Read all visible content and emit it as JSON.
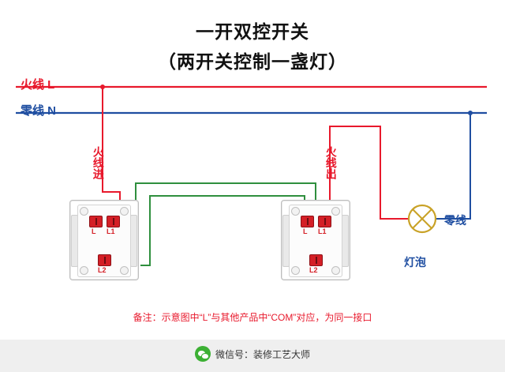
{
  "title": {
    "line1": "一开双控开关",
    "line2": "（两开关控制一盏灯）"
  },
  "labels": {
    "live_line": "火线 L",
    "neutral_line": "零线 N",
    "live_in": "火线进",
    "live_out": "火线出",
    "neutral_right": "零线",
    "bulb": "灯泡"
  },
  "switch_left": {
    "terminal_l": "L",
    "terminal_l1": "L1",
    "terminal_l2": "L2"
  },
  "switch_right": {
    "terminal_l": "L",
    "terminal_l1": "L1",
    "terminal_l2": "L2"
  },
  "note": "备注：示意图中“L”与其他产品中“COM”对应，为同一接口",
  "footer": {
    "icon": "wechat-icon",
    "text": "微信号：装修工艺大师"
  },
  "colors": {
    "live_red": "#e8192c",
    "neutral_blue": "#1f4ea1",
    "wire_red": "#e8192c",
    "wire_blue": "#1f4ea1",
    "wire_green": "#2f8f3e",
    "terminal_red": "#d41f26",
    "footer_bg": "#efefef"
  },
  "diagram": {
    "type": "two-way-switch-wiring",
    "nodes": [
      "live-line-L",
      "neutral-line-N",
      "switch-left",
      "switch-right",
      "bulb"
    ]
  }
}
